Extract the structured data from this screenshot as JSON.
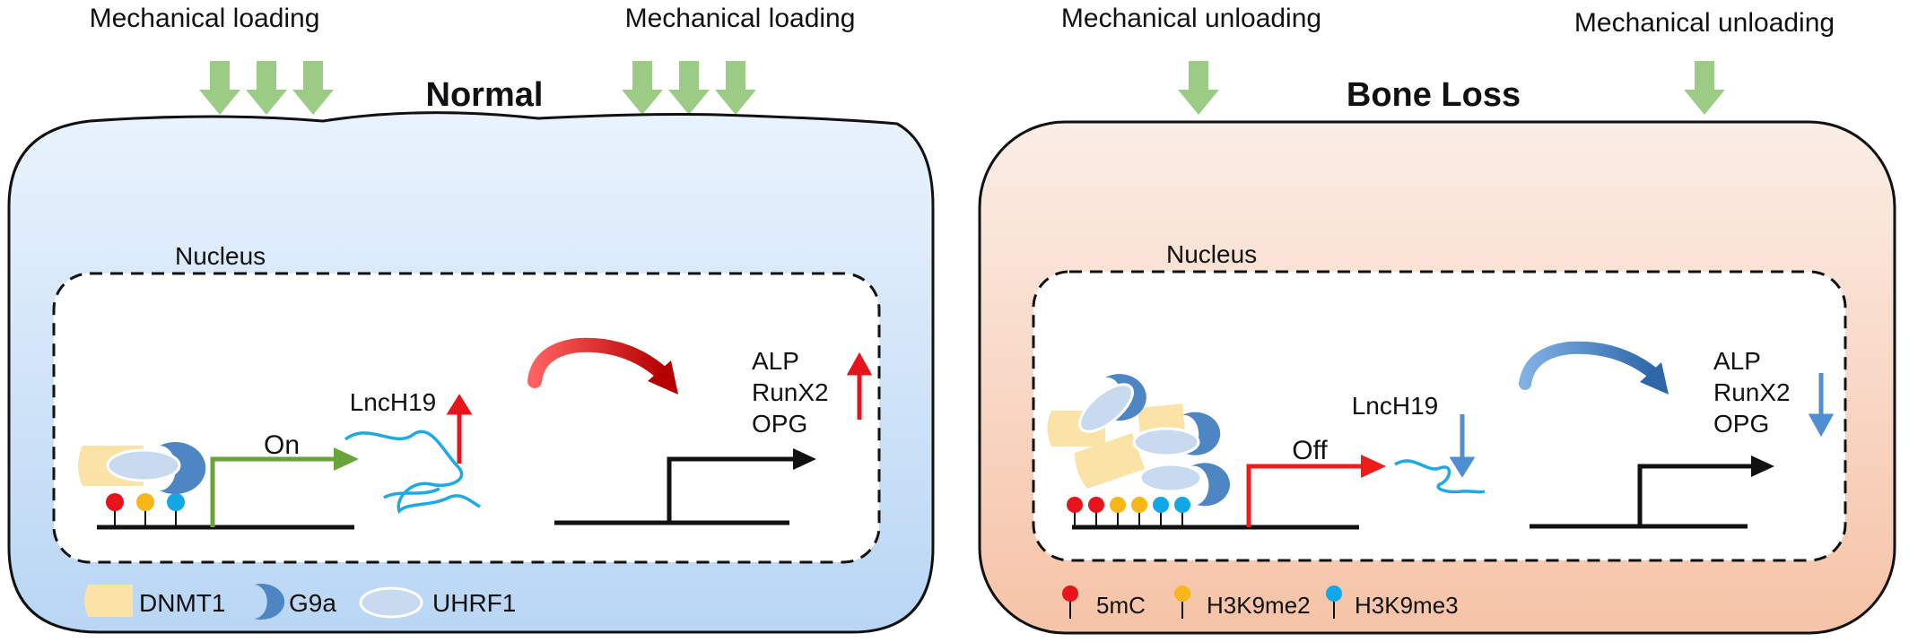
{
  "normal_panel": {
    "title": "Normal",
    "stimulus_left": "Mechanical loading",
    "stimulus_right": "Mechanical loading",
    "nucleus_label": "Nucleus",
    "promoter_state": "On",
    "lnc_label": "LncH19",
    "target_genes": [
      "ALP",
      "RunX2",
      "OPG"
    ],
    "legend": {
      "dnmt1": "DNMT1",
      "g9a": "G9a",
      "uhrf1": "UHRF1"
    }
  },
  "boneloss_panel": {
    "title": "Bone Loss",
    "stimulus_left": "Mechanical unloading",
    "stimulus_right": "Mechanical unloading",
    "nucleus_label": "Nucleus",
    "promoter_state": "Off",
    "lnc_label": "LncH19",
    "target_genes": [
      "ALP",
      "RunX2",
      "OPG"
    ],
    "legend": {
      "m5c": "5mC",
      "h3k9me2": "H3K9me2",
      "h3k9me3": "H3K9me3"
    }
  },
  "colors": {
    "loading_arrow": "#9ccb86",
    "normal_cell_top": "#eaf3fd",
    "normal_cell_bottom": "#b9d6f4",
    "boneloss_cell_top": "#fbeee6",
    "boneloss_cell_bottom": "#f6c3a7",
    "dnmt1": "#fbe3a8",
    "g9a": "#4e86c4",
    "uhrf1": "#c8daef",
    "m5c": "#e8141c",
    "h3k9me2": "#f7b718",
    "h3k9me3": "#12a7e6",
    "rna": "#1ea9e2",
    "on_arrow": "#6aa33a",
    "off_arrow": "#ee1c1c",
    "up_arrow": "#e8141c",
    "down_arrow": "#4f8ed0"
  }
}
